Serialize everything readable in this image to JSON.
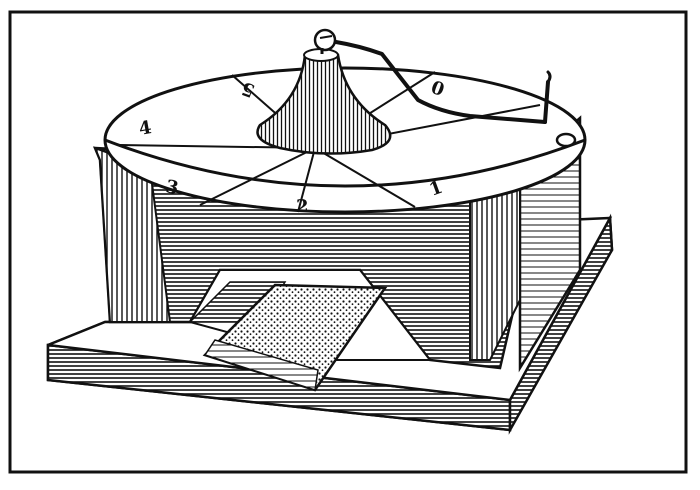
{
  "figure": {
    "dial_numbers": [
      "0",
      "1",
      "2",
      "3",
      "4",
      "5"
    ],
    "ink_color": "#111111",
    "paper_color": "#ffffff"
  }
}
